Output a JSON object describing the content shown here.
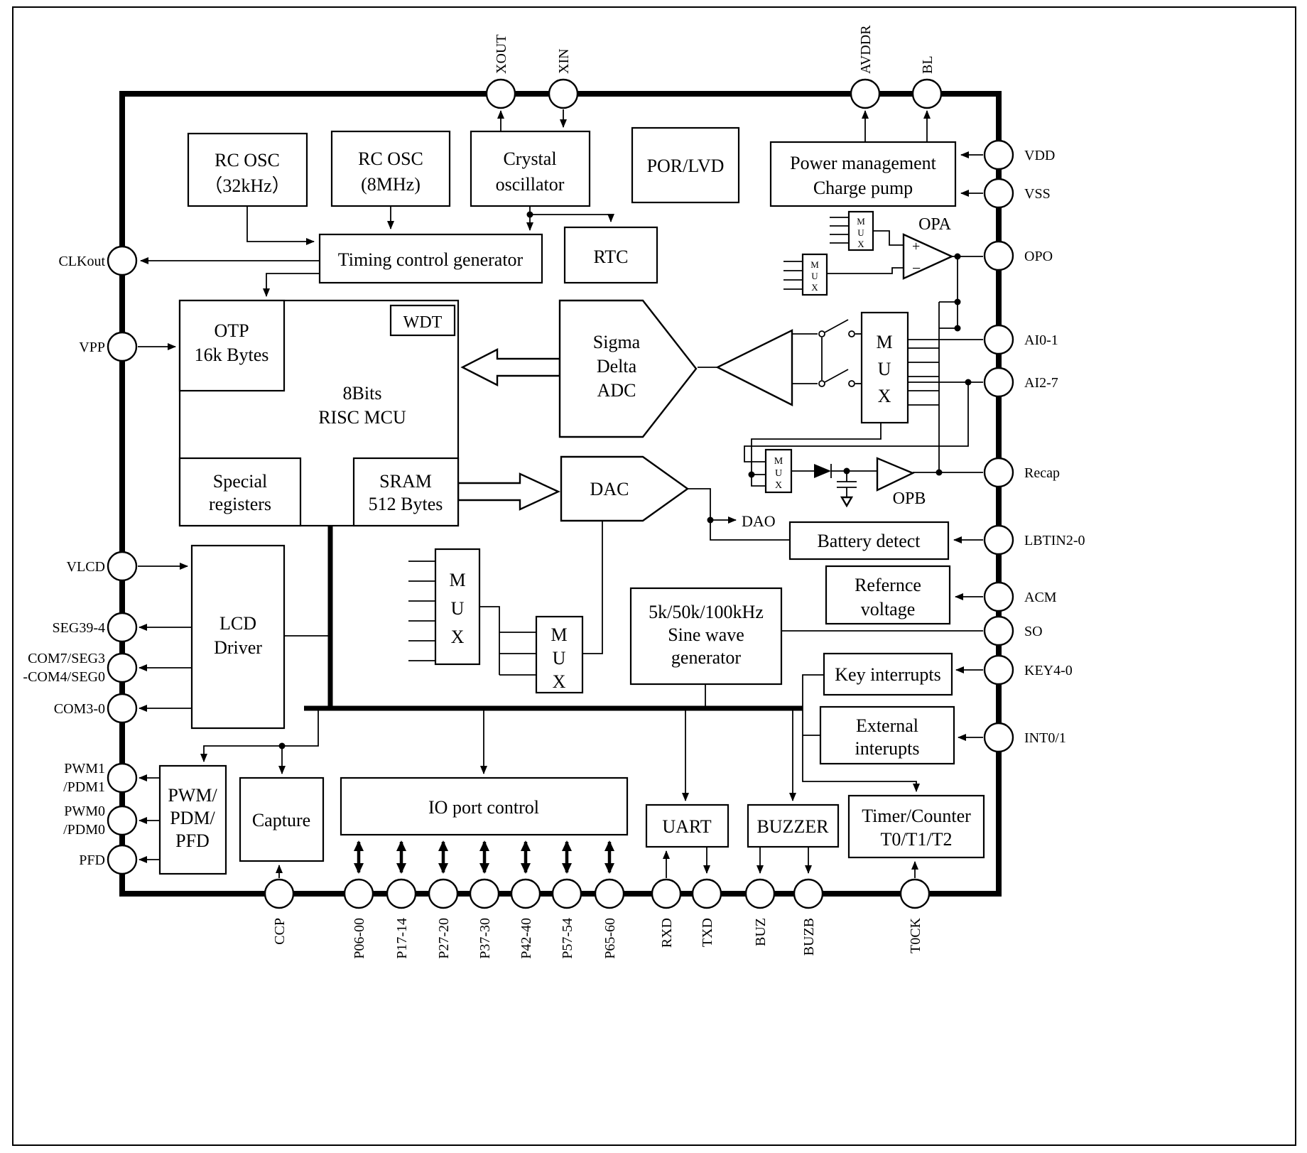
{
  "diagram": {
    "blocks": {
      "rc_osc_32k": {
        "l1": "RC OSC",
        "l2": "（32kHz）"
      },
      "rc_osc_8m": {
        "l1": "RC OSC",
        "l2": "(8MHz)"
      },
      "crystal": {
        "l1": "Crystal",
        "l2": "oscillator"
      },
      "por_lvd": {
        "l1": "POR/LVD"
      },
      "power": {
        "l1": "Power management",
        "l2": "Charge pump"
      },
      "timing": {
        "l1": "Timing control generator"
      },
      "rtc": {
        "l1": "RTC"
      },
      "wdt": {
        "l1": "WDT"
      },
      "otp": {
        "l1": "OTP",
        "l2": "16k Bytes"
      },
      "mcu": {
        "l1": "8Bits",
        "l2": "RISC  MCU"
      },
      "special": {
        "l1": "Special",
        "l2": "registers"
      },
      "sram": {
        "l1": "SRAM",
        "l2": "512 Bytes"
      },
      "adc": {
        "l1": "Sigma",
        "l2": "Delta",
        "l3": "ADC"
      },
      "dac": {
        "l1": "DAC"
      },
      "battery": {
        "l1": "Battery detect"
      },
      "refv": {
        "l1": "Refernce",
        "l2": "voltage"
      },
      "sine": {
        "l1": "5k/50k/100kHz",
        "l2": "Sine wave",
        "l3": "generator"
      },
      "key_int": {
        "l1": "Key interrupts"
      },
      "ext_int": {
        "l1": "External",
        "l2": "interupts"
      },
      "lcd": {
        "l1": "LCD",
        "l2": "Driver"
      },
      "pwm": {
        "l1": "PWM/",
        "l2": "PDM/",
        "l3": "PFD"
      },
      "capture": {
        "l1": "Capture"
      },
      "io": {
        "l1": "IO port control"
      },
      "uart": {
        "l1": "UART"
      },
      "buzzer": {
        "l1": "BUZZER"
      },
      "timer": {
        "l1": "Timer/Counter",
        "l2": "T0/T1/T2"
      }
    },
    "labels": {
      "mux": "MUX",
      "opa": "OPA",
      "opb": "OPB",
      "dao": "DAO",
      "plus": "+",
      "minus": "−"
    },
    "pins": {
      "top": {
        "xout": "XOUT",
        "xin": "XIN",
        "avddr": "AVDDR",
        "bl": "BL"
      },
      "right": {
        "vdd": "VDD",
        "vss": "VSS",
        "opo": "OPO",
        "ai01": "AI0-1",
        "ai27": "AI2-7",
        "recap": "Recap",
        "lbtin": "LBTIN2-0",
        "acm": "ACM",
        "so": "SO",
        "key": "KEY4-0",
        "int": "INT0/1"
      },
      "left": {
        "clkout": "CLKout",
        "vpp": "VPP",
        "vlcd": "VLCD",
        "seg": "SEG39-4",
        "com7a": "COM7/SEG3",
        "com7b": "-COM4/SEG0",
        "com3": "COM3-0",
        "pwm1a": "PWM1",
        "pwm1b": "/PDM1",
        "pwm0a": "PWM0",
        "pwm0b": "/PDM0",
        "pfd": "PFD"
      },
      "bottom": {
        "ccp": "CCP",
        "p0": "P06-00",
        "p1": "P17-14",
        "p2": "P27-20",
        "p3": "P37-30",
        "p4": "P42-40",
        "p5": "P57-54",
        "p6": "P65-60",
        "rxd": "RXD",
        "txd": "TXD",
        "buz": "BUZ",
        "buzb": "BUZB",
        "t0ck": "T0CK"
      }
    }
  }
}
